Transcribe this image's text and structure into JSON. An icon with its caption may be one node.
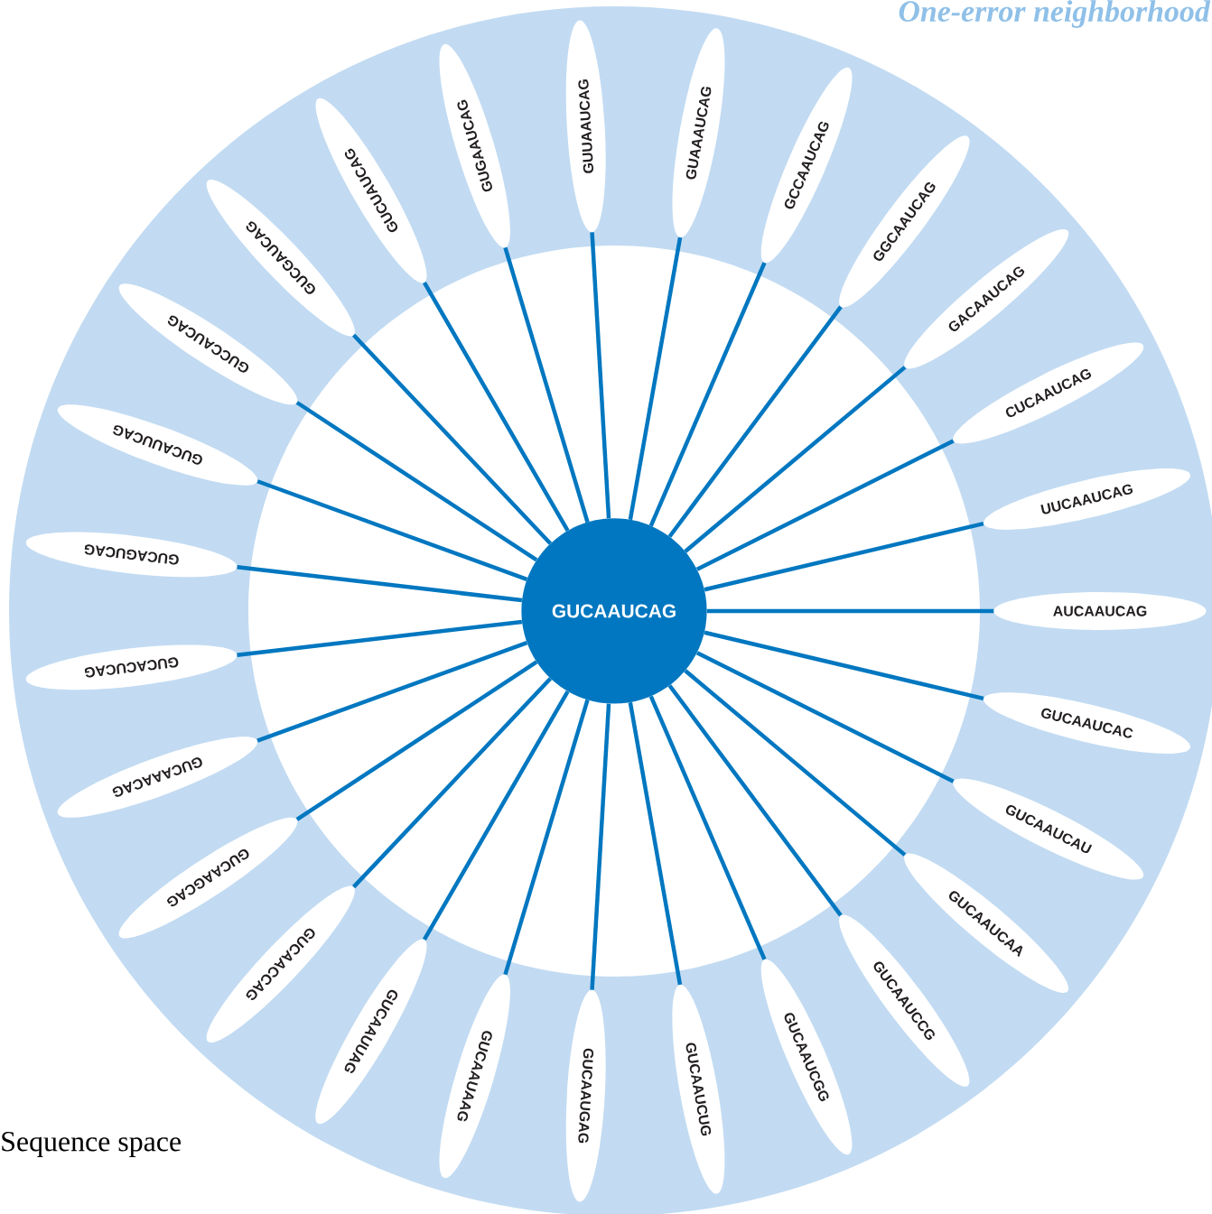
{
  "diagram": {
    "title": "One-error neighborhood",
    "nodes": [
      {
        "text": [
          "GUCAAUCAG"
        ]
      },
      {
        "text": [
          "GUUAAUCAG"
        ]
      },
      {
        "text": [
          "GUAAAUCAG"
        ]
      },
      {
        "text": [
          "GCCAAUCAG"
        ]
      },
      {
        "text": [
          "GGCAAUCAG"
        ]
      },
      {
        "text": [
          "GACAAUCAG"
        ]
      },
      {
        "text": [
          "CUCAAUCAG"
        ]
      },
      {
        "text": [
          "UUCAAUCAG"
        ]
      },
      {
        "text": [
          "AUCAAUCAG"
        ]
      },
      {
        "text": [
          "GUCAAUCAC"
        ]
      },
      {
        "text": [
          "GUCAAUCAU"
        ]
      },
      {
        "text": [
          "GUCAAUCAA"
        ]
      },
      {
        "text": [
          "GUCAAUCCG"
        ]
      },
      {
        "text": [
          "GUCAAUCGG"
        ]
      },
      {
        "text": [
          "GUCAAUCUG"
        ]
      },
      {
        "text": [
          "GUCAAUGAG"
        ]
      },
      {
        "text": [
          "GUCAAUAAG"
        ]
      },
      {
        "text": [
          "GUCAAUUAG"
        ]
      },
      {
        "text": [
          "GUCAACCAG"
        ]
      },
      {
        "text": [
          "GUCAAGCAG"
        ]
      },
      {
        "text": [
          "GUCAAACAG"
        ]
      },
      {
        "text": [
          "GUCACUCAG"
        ]
      },
      {
        "text": [
          "GUCAGUCAG"
        ]
      },
      {
        "text": [
          "GUCAUUCAG"
        ]
      },
      {
        "text": [
          "GUCCAUCAG"
        ]
      },
      {
        "text": [
          "GUCGAUCAG"
        ]
      },
      {
        "text": [
          "GUCUAUCAG"
        ]
      },
      {
        "text": [
          "GUGAAUCAG"
        ]
      }
    ],
    "edges": [
      {
        "from": 0,
        "to": 1,
        "arrow": "none"
      },
      {
        "from": 0,
        "to": 2,
        "arrow": "none"
      },
      {
        "from": 0,
        "to": 3,
        "arrow": "none"
      },
      {
        "from": 0,
        "to": 4,
        "arrow": "none"
      },
      {
        "from": 0,
        "to": 5,
        "arrow": "none"
      },
      {
        "from": 0,
        "to": 6,
        "arrow": "none"
      },
      {
        "from": 0,
        "to": 7,
        "arrow": "none"
      },
      {
        "from": 0,
        "to": 8,
        "arrow": "none"
      },
      {
        "from": 0,
        "to": 9,
        "arrow": "none"
      },
      {
        "from": 0,
        "to": 10,
        "arrow": "none"
      },
      {
        "from": 0,
        "to": 11,
        "arrow": "none"
      },
      {
        "from": 0,
        "to": 12,
        "arrow": "none"
      },
      {
        "from": 0,
        "to": 13,
        "arrow": "none"
      },
      {
        "from": 0,
        "to": 14,
        "arrow": "none"
      },
      {
        "from": 0,
        "to": 15,
        "arrow": "none"
      },
      {
        "from": 0,
        "to": 16,
        "arrow": "none"
      },
      {
        "from": 0,
        "to": 17,
        "arrow": "none"
      },
      {
        "from": 0,
        "to": 18,
        "arrow": "none"
      },
      {
        "from": 0,
        "to": 19,
        "arrow": "none"
      },
      {
        "from": 0,
        "to": 20,
        "arrow": "none"
      },
      {
        "from": 0,
        "to": 21,
        "arrow": "none"
      },
      {
        "from": 0,
        "to": 22,
        "arrow": "none"
      },
      {
        "from": 0,
        "to": 23,
        "arrow": "none"
      },
      {
        "from": 0,
        "to": 24,
        "arrow": "none"
      },
      {
        "from": 0,
        "to": 25,
        "arrow": "none"
      },
      {
        "from": 0,
        "to": 26,
        "arrow": "none"
      },
      {
        "from": 0,
        "to": 27,
        "arrow": "none"
      }
    ],
    "labels": [
      "Sequence space"
    ]
  }
}
